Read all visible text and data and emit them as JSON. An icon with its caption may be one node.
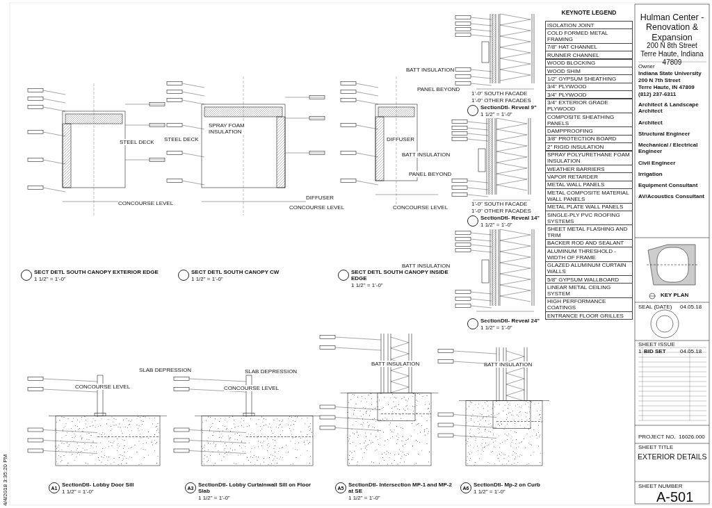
{
  "diagram": {
    "nodes": [
      {
        "text": [],
        "shape": "circle",
        "beside": [
          "SECT DETL SOUTH CANOPY EXTERIOR EDGE",
          "1 1/2\" = 1'-0\""
        ]
      },
      {
        "text": [],
        "shape": "circle",
        "beside": [
          "SECT DETL SOUTH CANOPY CW",
          "1 1/2\" = 1'-0\""
        ]
      },
      {
        "text": [],
        "shape": "circle",
        "beside": [
          "SECT DETL SOUTH CANOPY INSIDE EDGE",
          "1 1/2\" = 1'-0\""
        ]
      },
      {
        "text": [],
        "shape": "circle",
        "beside": [
          "SectionDtl- Reveal 9\"",
          "1 1/2\" = 1'-0\""
        ]
      },
      {
        "text": [],
        "shape": "circle",
        "beside": [
          "SectionDtl- Reveal 14\"",
          "1 1/2\" = 1'-0\""
        ]
      },
      {
        "text": [],
        "shape": "circle",
        "beside": [
          "SectionDtl- Reveal 24\"",
          "1 1/2\" = 1'-0\""
        ]
      },
      {
        "text": [
          "A1"
        ],
        "beside": [
          "SectionDtl- Lobby Door Sill",
          "1 1/2\" = 1'-0\""
        ]
      },
      {
        "text": [
          "A3"
        ],
        "beside": [
          "SectionDtl- Lobby Curtainwall Sill on Floor Slab",
          "1 1/2\" = 1'-0\""
        ]
      },
      {
        "text": [
          "A5"
        ],
        "beside": [
          "SectionDtl- Intersection MP-1 and MP-2 at SE",
          "1 1/2\" = 1'-0\""
        ]
      },
      {
        "text": [
          "A6"
        ],
        "beside": [
          "SectionDtl- Mp-2 on Curb",
          "1 1/2\" = 1'-0\""
        ]
      }
    ],
    "labels": [
      "STEEL DECK",
      "STEEL DECK",
      "SPRAY FOAM INSULATION",
      "CONCOURSE LEVEL",
      "CONCOURSE LEVEL",
      "DIFFUSER",
      "DIFFUSER",
      "CONCOURSE LEVEL",
      "BATT INSULATION",
      "PANEL BEYOND",
      "1'-0\" SOUTH FACADE",
      "1'-0\" OTHER FACADES",
      "BATT INSULATION",
      "PANEL BEYOND",
      "1'-0\" SOUTH FACADE",
      "1'-0\" OTHER FACADES",
      "BATT INSULATION",
      "SLAB DEPRESSION",
      "CONCOURSE LEVEL",
      "SLAB DEPRESSION",
      "CONCOURSE LEVEL",
      "BATT INSULATION",
      "BATT INSULATION",
      "KEYNOTE LEGEND",
      "ISOLATION JOINT",
      "COLD FORMED METAL FRAMING",
      "7/8\" HAT CHANNEL",
      "RUNNER CHANNEL",
      "WOOD BLOCKING",
      "WOOD SHIM",
      "1/2\" GYPSUM SHEATHING",
      "3/4\" PLYWOOD",
      "3/4\" PLYWOOD",
      "3/4\" EXTERIOR GRADE PLYWOOD",
      "COMPOSITE SHEATHING PANELS",
      "DAMPPROOFING",
      "3/8\" PROTECTION BOARD",
      "2\" RIGID INSULATION",
      "SPRAY POLYURETHANE FOAM INSULATION",
      "WEATHER BARRIERS",
      "VAPOR RETARDER",
      "METAL WALL PANELS",
      "METAL COMPOSITE MATERIAL WALL PANELS",
      "METAL PLATE WALL PANELS",
      "SINGLE-PLY PVC ROOFING SYSTEMS",
      "SHEET METAL FLASHING AND TRIM",
      "BACKER ROD AND SEALANT",
      "ALUMINUM THRESHOLD - WIDTH OF FRAME",
      "GLAZED ALUMINUM CURTAIN WALLS",
      "5/8\" GYPSUM WALLBOARD",
      "LINEAR METAL CEILING SYSTEM",
      "HIGH PERFORMANCE COATINGS",
      "ENTRANCE FLOOR GRILLES",
      "Hulman Center - Renovation & Expansion",
      "200 N 8th Street",
      "Terre Haute, Indiana 47809",
      "Owner",
      "Indiana State University",
      "200 N 7th Street",
      "Terre Haute, IN 47809",
      "(812) 237-6311",
      "Architect & Landscape Architect",
      "Architect",
      "Structural Engineer",
      "Mechanical / Electrical Engineer",
      "Civil Engineer",
      "Irrigation",
      "Equipment Consultant",
      "AV/Acoustics Consultant",
      "KEY PLAN",
      "SEAL (DATE)",
      "04.05.18",
      "SHEET ISSUE",
      "1",
      "BID SET",
      "04.05.18",
      "PROJECT NO.",
      "16026.000",
      "SHEET TITLE",
      "EXTERIOR DETAILS",
      "SHEET NUMBER",
      "A-501",
      "4/4/2018 3:35:20 PM"
    ]
  }
}
